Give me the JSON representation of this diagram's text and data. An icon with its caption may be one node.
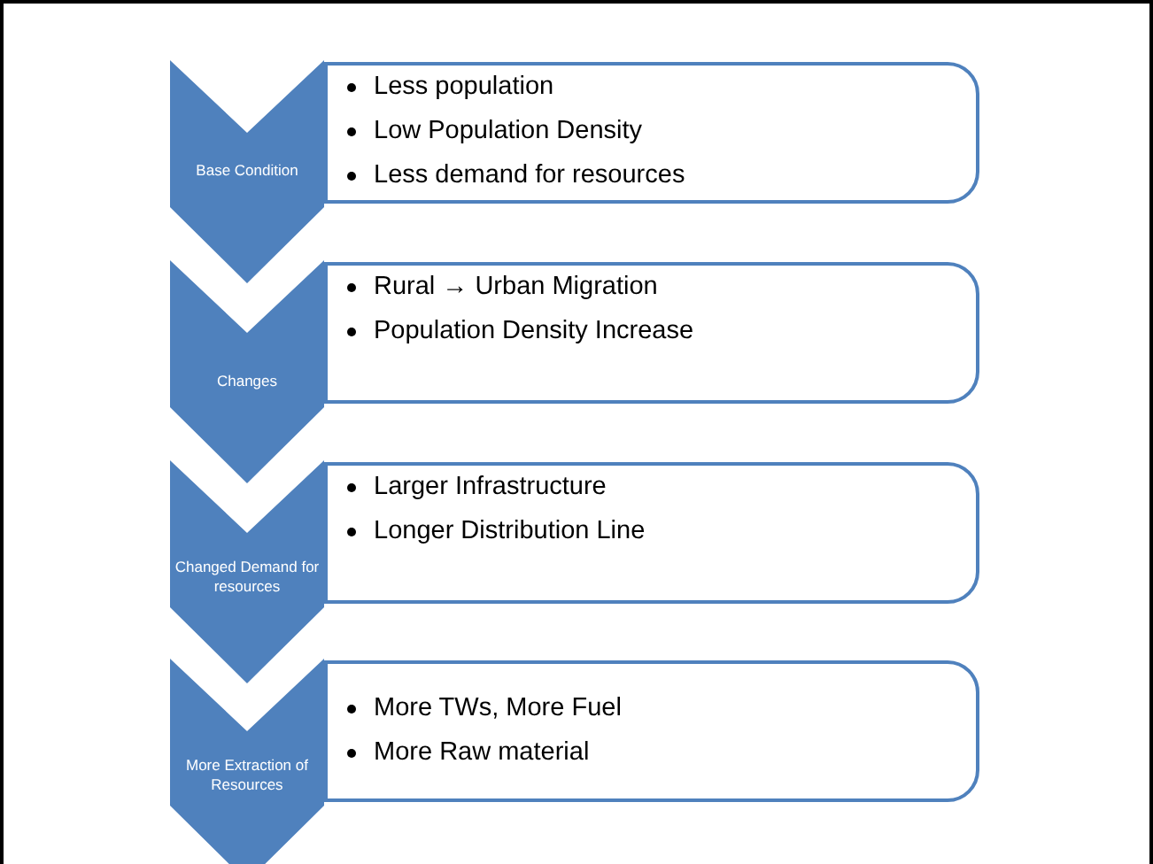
{
  "diagram": {
    "nodes": [
      {
        "text": [
          "Base Condition"
        ]
      },
      {
        "text": [
          "Less population",
          "Low Population Density",
          "Less demand for resources"
        ]
      },
      {
        "text": [
          "Changes"
        ]
      },
      {
        "text": [
          "Rural → Urban Migration",
          "Population Density Increase"
        ]
      },
      {
        "text": [
          "Changed Demand for resources"
        ]
      },
      {
        "text": [
          "Larger Infrastructure",
          "Longer Distribution Line"
        ]
      },
      {
        "text": [
          "More Extraction of Resources"
        ]
      },
      {
        "text": [
          "More TWs, More Fuel",
          "More Raw material"
        ]
      }
    ]
  }
}
